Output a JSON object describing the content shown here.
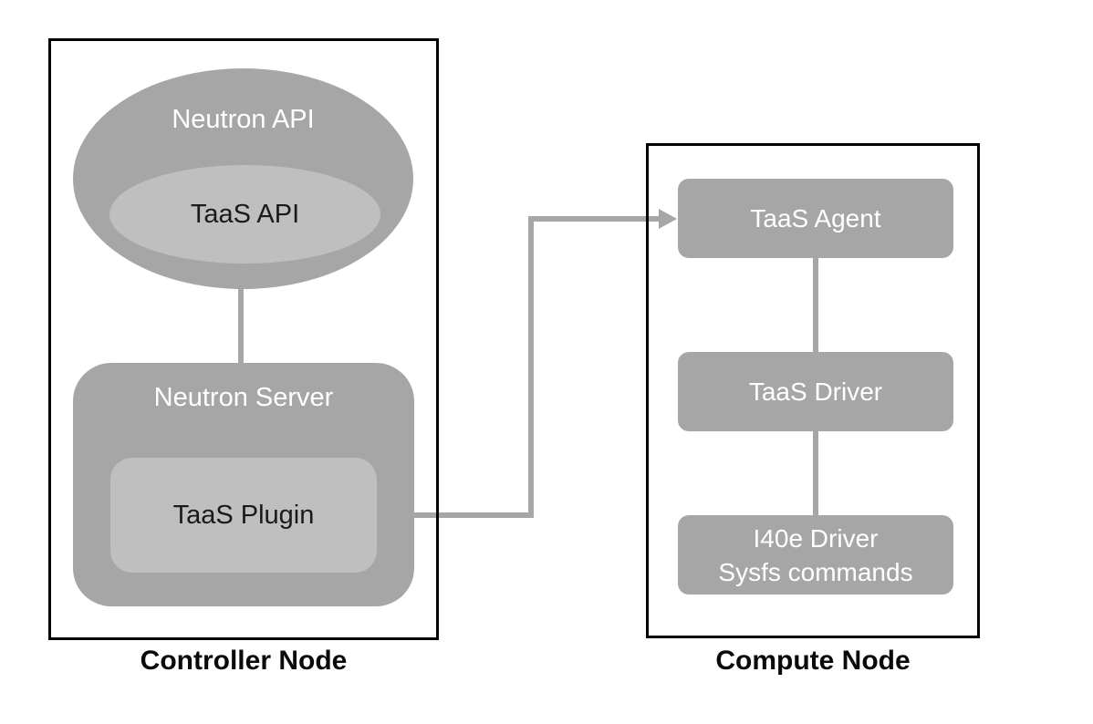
{
  "diagram_title": "TaaS architecture diagram",
  "controller": {
    "label": "Controller Node",
    "neutron_api_label": "Neutron API",
    "taas_api_label": "TaaS API",
    "neutron_server_label": "Neutron Server",
    "taas_plugin_label": "TaaS Plugin"
  },
  "compute": {
    "label": "Compute Node",
    "taas_agent_label": "TaaS Agent",
    "taas_driver_label": "TaaS Driver",
    "i40e_driver_line1": "I40e Driver",
    "i40e_driver_line2": "Sysfs commands"
  },
  "connections": [
    {
      "from": "Neutron API",
      "to": "Neutron Server",
      "type": "line"
    },
    {
      "from": "TaaS Plugin",
      "to": "TaaS Agent",
      "type": "elbow-arrow"
    },
    {
      "from": "TaaS Agent",
      "to": "TaaS Driver",
      "type": "line"
    },
    {
      "from": "TaaS Driver",
      "to": "I40e Driver Sysfs commands",
      "type": "line"
    }
  ],
  "colors": {
    "shape_gray": "#a6a6a6",
    "inner_gray": "#bfbfbf",
    "connector_gray": "#a6a6a6",
    "border_black": "#000000",
    "text_light": "#ffffff",
    "text_dark": "#1a1a1a",
    "background": "#ffffff"
  }
}
